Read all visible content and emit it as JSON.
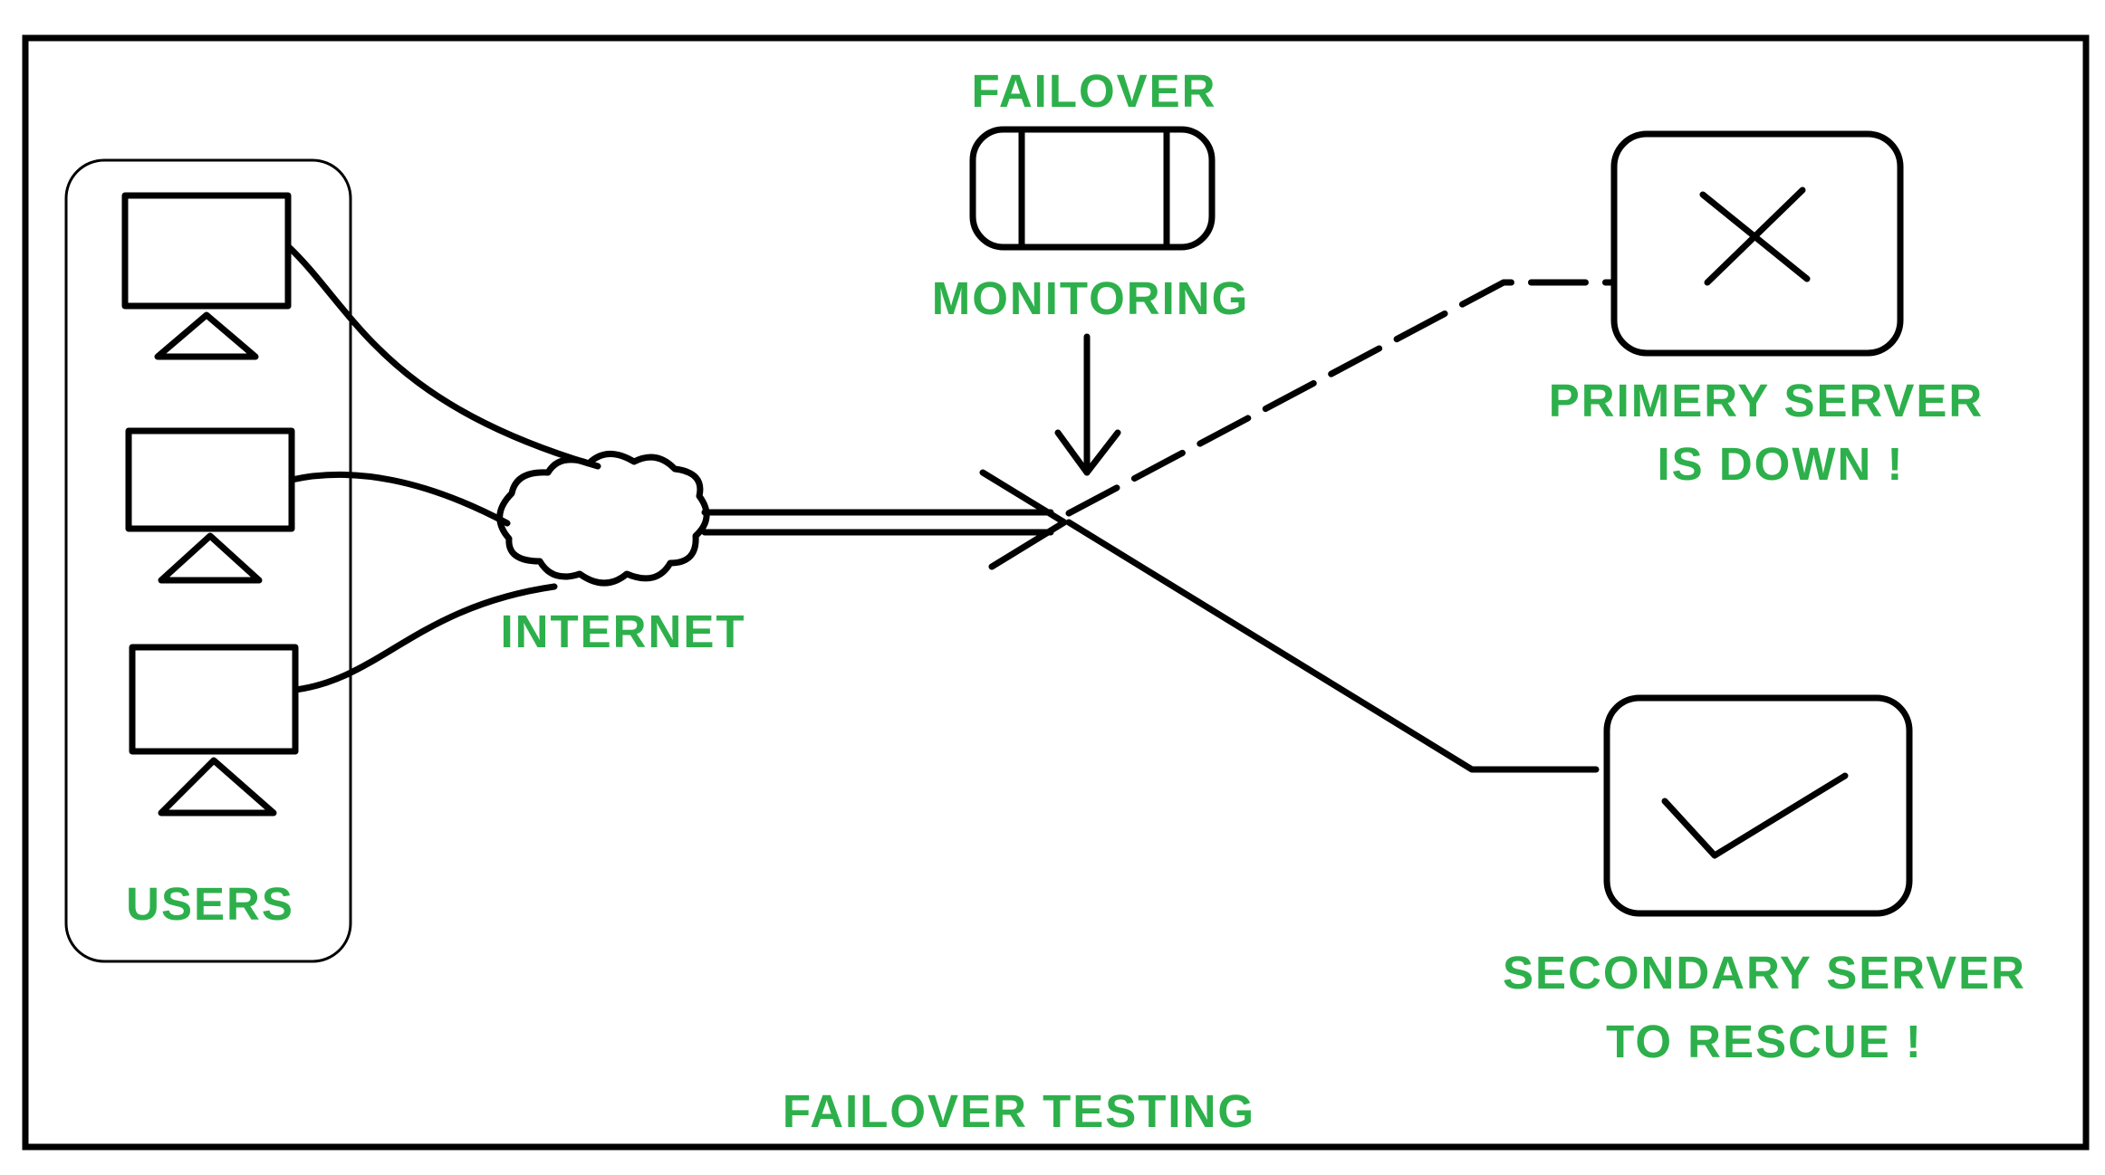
{
  "colors": {
    "label": "#2db04b",
    "stroke": "#000000",
    "background": "#ffffff"
  },
  "labels": {
    "failover": "FAILOVER",
    "monitoring": "MONITORING",
    "internet": "INTERNET",
    "users": "USERS",
    "primary_line1": "PRIMERY SERVER",
    "primary_line2": "IS DOWN !",
    "secondary_line1": "SECONDARY SERVER",
    "secondary_line2": "TO RESCUE !",
    "footer": "FAILOVER TESTING"
  },
  "icons": {
    "user_terminal": "monitor-icon",
    "internet": "cloud-icon",
    "failover_device": "failover-device-icon",
    "primary_status": "cross-icon",
    "secondary_status": "check-icon",
    "monitoring_arrow": "arrow-down-icon"
  }
}
